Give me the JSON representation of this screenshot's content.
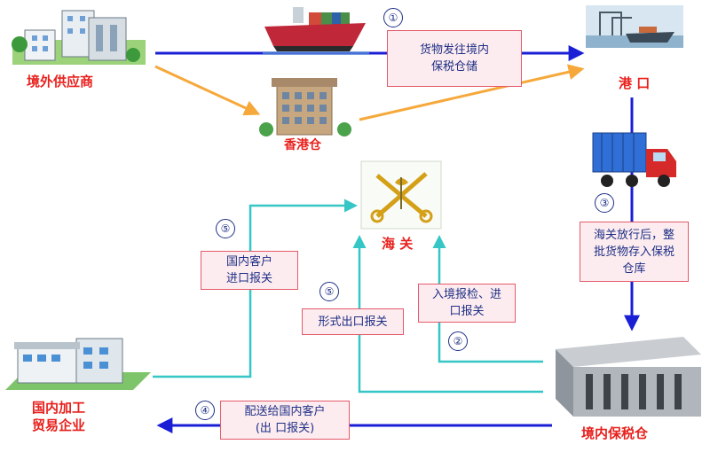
{
  "nodes": {
    "supplier": "境外供应商",
    "hk_warehouse": "香港仓",
    "port": "港 口",
    "customs": "海 关",
    "bonded_warehouse": "境内保税仓",
    "domestic_enterprise": [
      "国内加工",
      "贸易企业"
    ]
  },
  "boxes": {
    "ship_to_bonded": [
      "货物发往境内",
      "保税仓储"
    ],
    "customs_release": [
      "海关放行后，整",
      "批货物存入保税",
      "仓库"
    ],
    "domestic_import": [
      "国内客户",
      "进口报关"
    ],
    "formal_export": [
      "形式出口报关"
    ],
    "entry_inspection": [
      "入境报检、进",
      "口报关"
    ],
    "deliver_domestic": [
      "配送给国内客户",
      "(出 口报关)"
    ]
  },
  "steps": {
    "s1": "①",
    "s2": "②",
    "s3": "③",
    "s4": "④",
    "s5a": "⑤",
    "s5b": "⑤"
  },
  "colors": {
    "blue_flow": "#1a1fd6",
    "orange_flow": "#f6a83a",
    "cyan_flow": "#36c6c6",
    "label_red": "#e8201c",
    "box_text": "#1d2f86"
  }
}
